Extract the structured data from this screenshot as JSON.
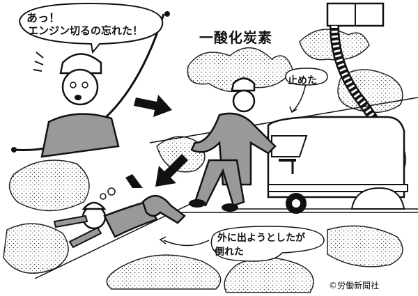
{
  "speech_bubble": {
    "line1": "あっ！",
    "line2": "エンジン切るの忘れた！"
  },
  "title": "一酸化炭素",
  "label_stopped": "止めた",
  "caption": {
    "line1": "外に出ようとしたが",
    "line2": "倒れた"
  },
  "credit": "©労働新聞社",
  "colors": {
    "ink": "#111111",
    "paper": "#ffffff",
    "uniform": "#999999",
    "floor": "#dddddd"
  }
}
